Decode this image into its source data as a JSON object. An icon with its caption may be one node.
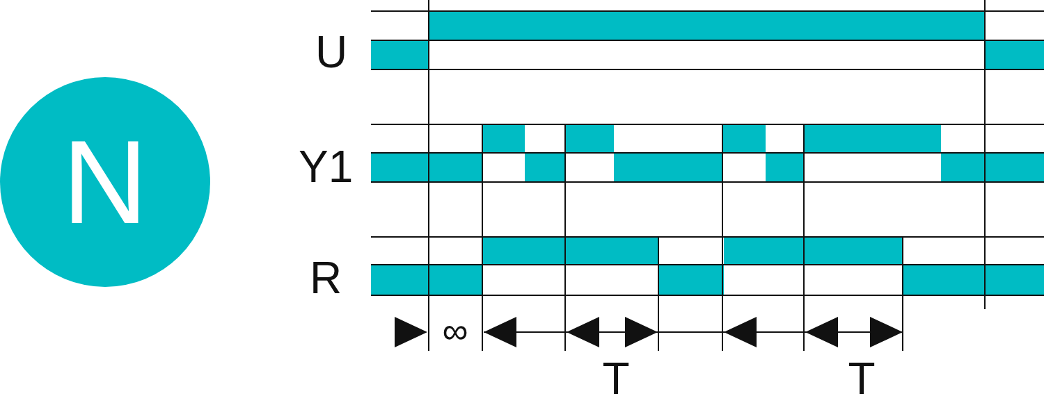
{
  "diagram": {
    "nodes": [
      {
        "text": [
          "N"
        ]
      }
    ],
    "labels": [
      "U",
      "Y1",
      "R",
      "∞",
      "T",
      "T"
    ]
  }
}
